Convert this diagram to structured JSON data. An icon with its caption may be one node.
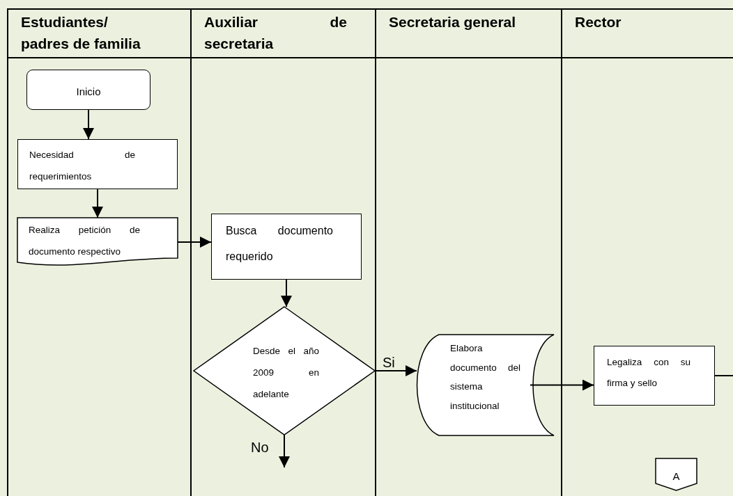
{
  "diagram": {
    "nodes": [
      {
        "text": [
          "Estudiantes/ padres de familia"
        ]
      },
      {
        "text": [
          "Auxiliar de secretaria"
        ]
      },
      {
        "text": [
          "Secretaria general"
        ]
      },
      {
        "text": [
          "Rector"
        ]
      },
      {
        "text": [
          "Inicio"
        ],
        "in": 0
      },
      {
        "text": [
          "Necesidad de requerimientos"
        ],
        "in": 0
      },
      {
        "text": [
          "Realiza petición de documento respectivo"
        ],
        "in": 0
      },
      {
        "text": [
          "Busca documento requerido"
        ],
        "in": 1
      },
      {
        "text": [
          "Desde el año 2009 en adelante"
        ],
        "in": 1
      },
      {
        "text": [
          "Elabora documento del sistema institucional"
        ],
        "in": 2
      },
      {
        "text": [
          "Legaliza con su firma y sello"
        ],
        "in": 3
      },
      {
        "text": [
          "A"
        ],
        "in": 3
      }
    ],
    "edges": [
      {
        "from": 4,
        "to": 5,
        "arrow": "to"
      },
      {
        "from": 5,
        "to": 6,
        "arrow": "to"
      },
      {
        "from": 6,
        "to": 7,
        "arrow": "to"
      },
      {
        "from": 7,
        "to": 8,
        "arrow": "to"
      },
      {
        "from": 8,
        "to": 9,
        "arrow": "to",
        "label": "Si"
      },
      {
        "from": 9,
        "to": 10,
        "arrow": "to"
      },
      {
        "from": 10,
        "to": null,
        "arrow": "none"
      },
      {
        "from": 8,
        "to": null,
        "arrow": "to",
        "label": "No"
      }
    ]
  }
}
